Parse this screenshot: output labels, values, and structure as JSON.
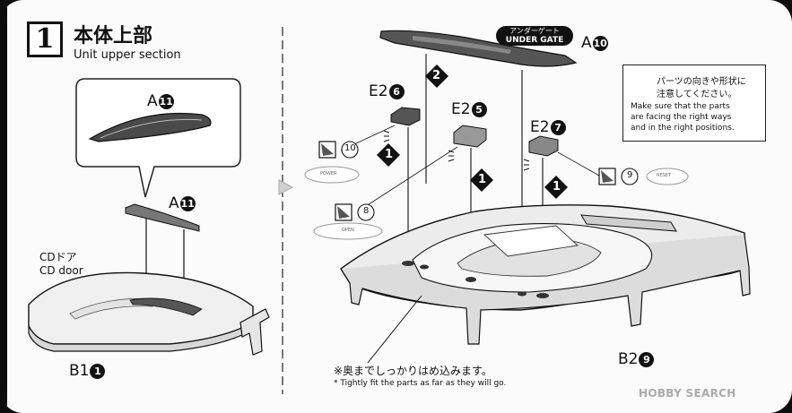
{
  "step": {
    "number": "1",
    "title": "本体上部",
    "subtitle": "Unit upper section"
  },
  "left_panel": {
    "zoom_part": {
      "letter": "A",
      "num": "11"
    },
    "part": {
      "letter": "A",
      "num": "11"
    },
    "cd_door_ja": "CDドア",
    "cd_door_en": "CD door",
    "base": {
      "letter": "B1",
      "num": "1"
    }
  },
  "right_panel": {
    "under_gate": {
      "ja": "アンダーゲート",
      "en": "UNDER GATE"
    },
    "top_part": {
      "letter": "A",
      "num": "10"
    },
    "step_order": [
      "2",
      "1",
      "1",
      "1"
    ],
    "parts": [
      {
        "letter": "E2",
        "num": "6"
      },
      {
        "letter": "E2",
        "num": "5"
      },
      {
        "letter": "E2",
        "num": "7"
      }
    ],
    "decals": [
      {
        "num": "10",
        "caption": "POWER"
      },
      {
        "num": "8",
        "caption": "OPEN"
      },
      {
        "num": "9",
        "caption": "RESET"
      }
    ],
    "base": {
      "letter": "B2",
      "num": "9"
    },
    "note": {
      "ja_line1": "パーツの向きや形状に",
      "ja_line2": "注意してください。",
      "en_line1": "Make sure that the parts",
      "en_line2": "are facing the right ways",
      "en_line3": "and in the right positions."
    },
    "fit_ja": "※奥までしっかりはめ込みます。",
    "fit_en": "* Tightly fit the parts as far as they will go."
  },
  "watermark": "HOBBY SEARCH",
  "colors": {
    "ink": "#111111",
    "paper": "#fbfbfb",
    "part_fill": "#555555",
    "base_fill": "#ececec"
  }
}
